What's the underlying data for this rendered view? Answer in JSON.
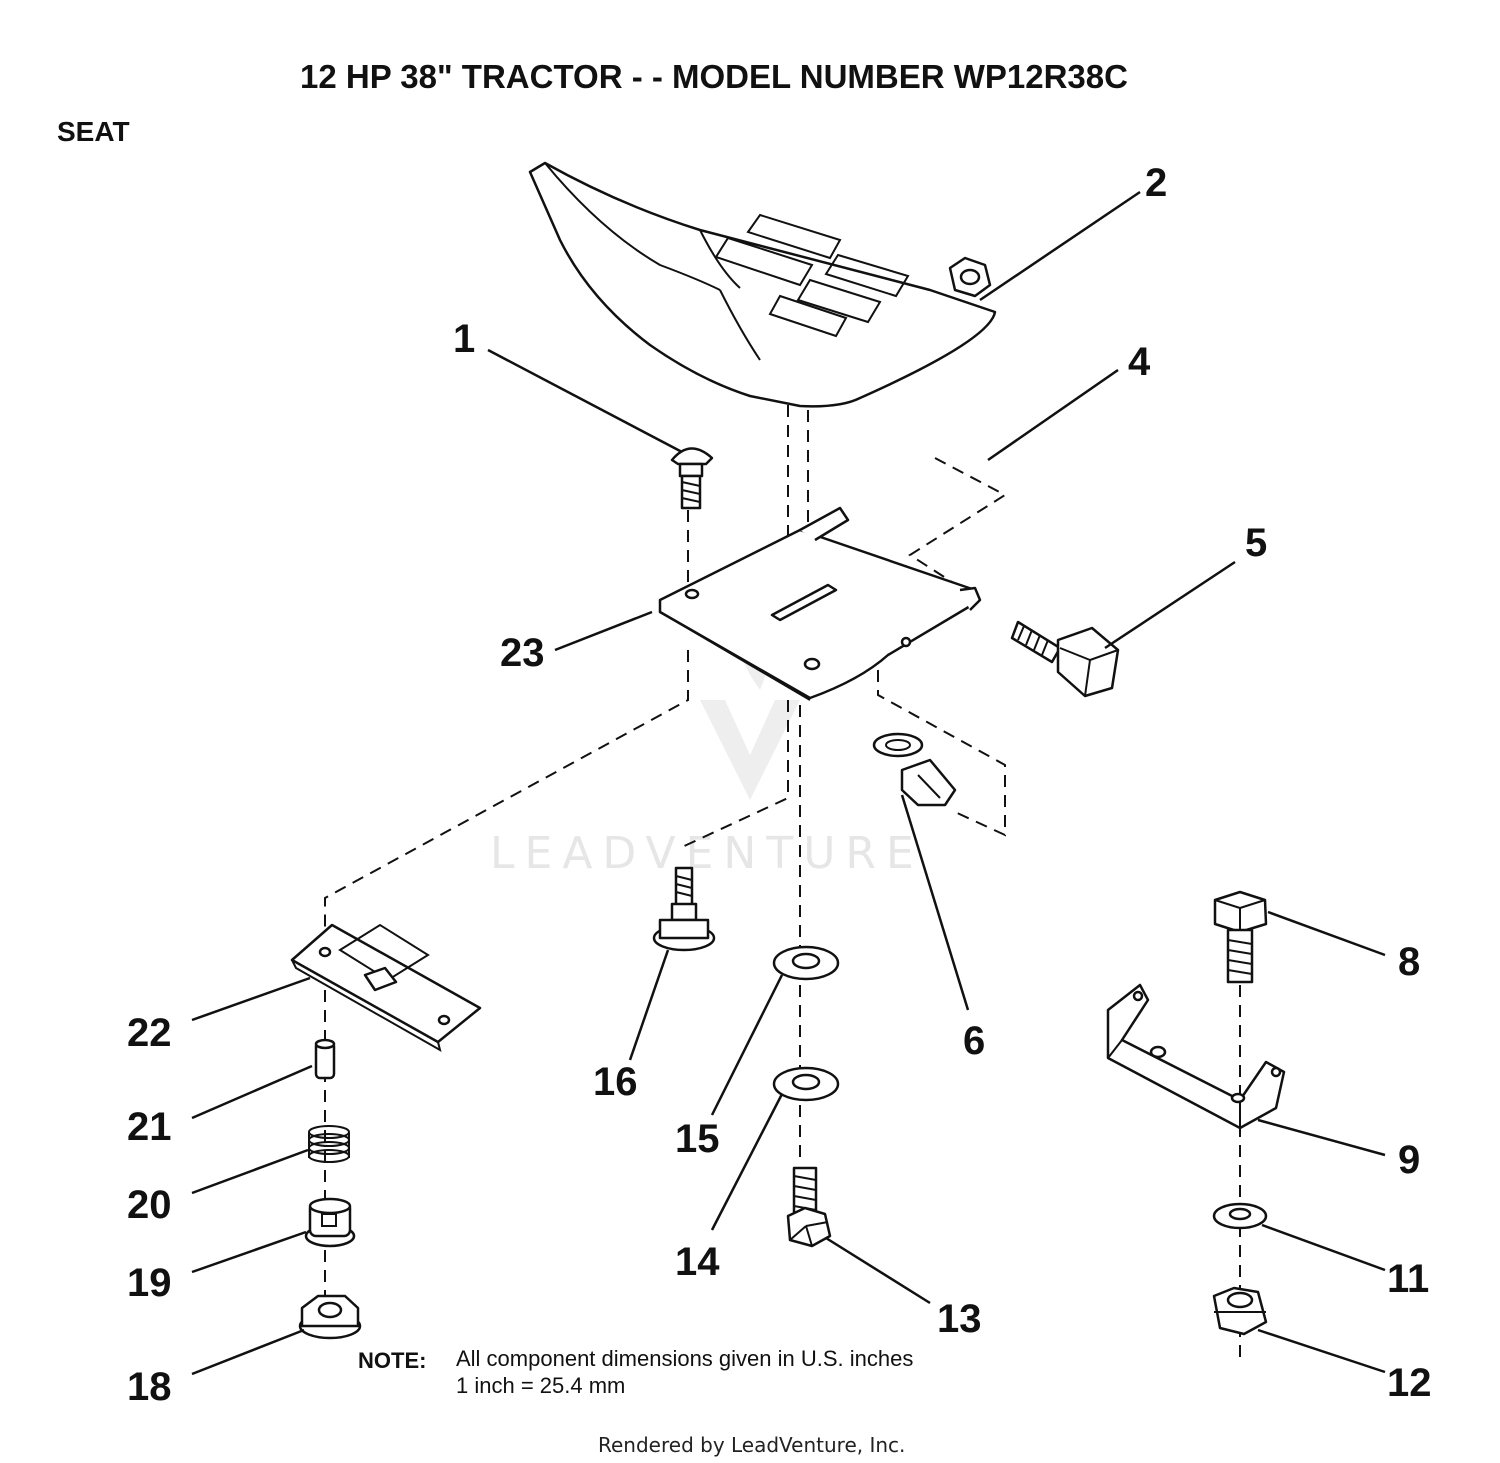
{
  "title": "12 HP 38\" TRACTOR - - MODEL NUMBER WP12R38C",
  "section": "SEAT",
  "callouts": [
    "1",
    "2",
    "4",
    "5",
    "6",
    "8",
    "9",
    "11",
    "12",
    "13",
    "14",
    "15",
    "16",
    "18",
    "19",
    "20",
    "21",
    "22",
    "23"
  ],
  "note": {
    "label": "NOTE:",
    "line1": "All component dimensions given in U.S. inches",
    "line2": "1 inch = 25.4 mm"
  },
  "watermark": "LEADVENTURE",
  "footer": "Rendered by LeadVenture, Inc."
}
